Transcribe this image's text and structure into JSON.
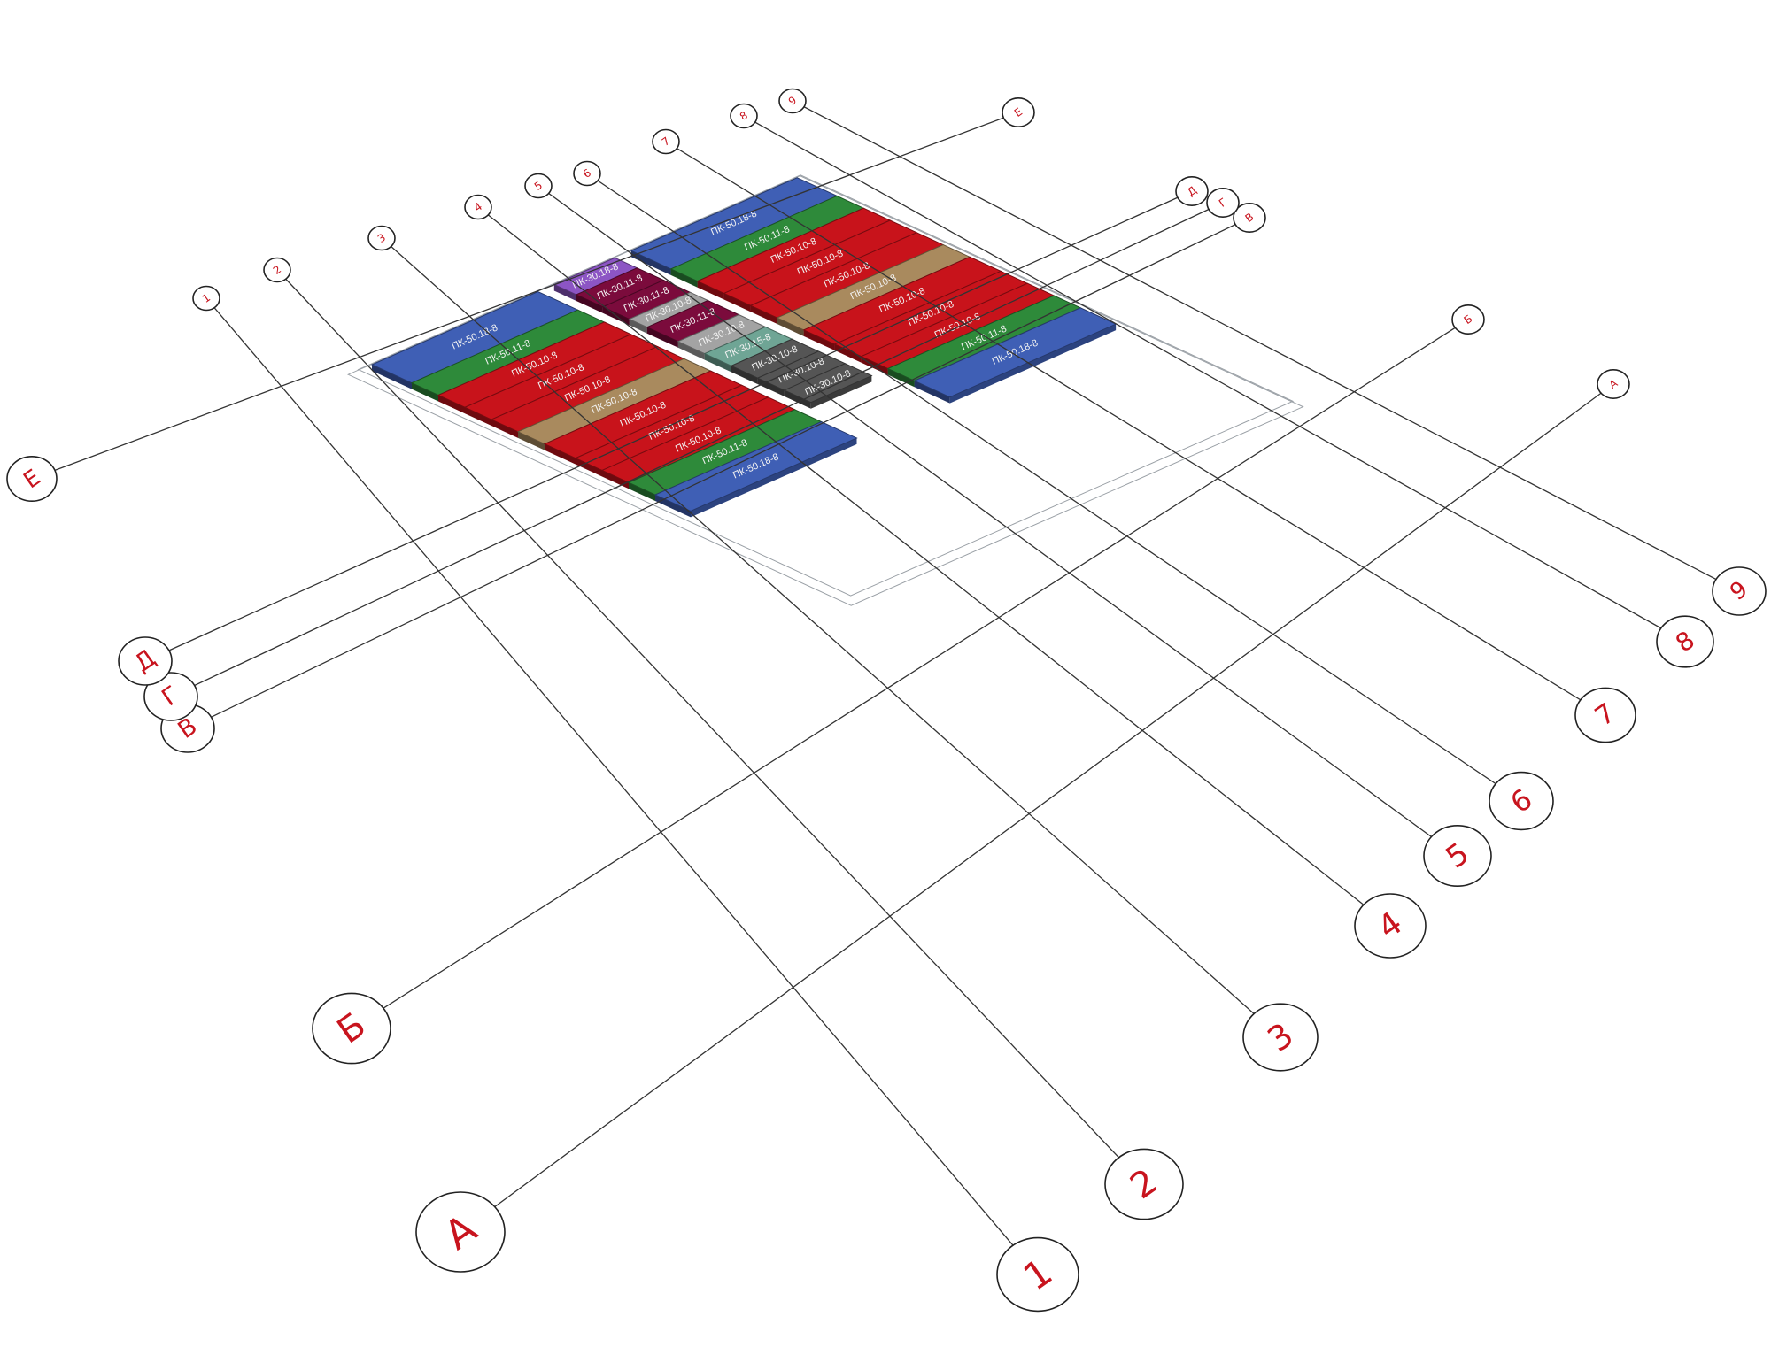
{
  "colors": {
    "blue": "#3f5fb5",
    "green": "#2e8a3a",
    "red": "#c8131b",
    "tan": "#a98a5e",
    "purple": "#8c55c4",
    "maroon": "#7b0b3c",
    "gray": "#a3a3a3",
    "teal": "#6fa595",
    "dark": "#555555",
    "bubble_text": "#c8141e"
  },
  "column_axes": [
    "1",
    "2",
    "3",
    "4",
    "5",
    "6",
    "7",
    "8",
    "9"
  ],
  "row_axes": [
    "А",
    "Б",
    "В",
    "Г",
    "Д",
    "Е"
  ],
  "panels": [
    {
      "label": "ПК-50.18-8",
      "color": "blue"
    },
    {
      "label": "ПК-50.11-8",
      "color": "green"
    },
    {
      "label": "ПК-50.10-8",
      "color": "red"
    },
    {
      "label": "ПК-50.10-8",
      "color": "red"
    },
    {
      "label": "ПК-50.10-8",
      "color": "red"
    },
    {
      "label": "ПК-50.10-8",
      "color": "tan"
    },
    {
      "label": "ПК-50.10-8",
      "color": "red"
    },
    {
      "label": "ПК-50.10-8",
      "color": "red"
    },
    {
      "label": "ПК-50.10-8",
      "color": "red"
    },
    {
      "label": "ПК-50.11-8",
      "color": "green"
    },
    {
      "label": "ПК-50.18-8",
      "color": "blue"
    },
    {
      "label": "ПК-30.18-8",
      "color": "purple"
    },
    {
      "label": "ПК-30.11-8",
      "color": "maroon"
    },
    {
      "label": "ПК-30.11-8",
      "color": "maroon"
    },
    {
      "label": "ПК-30.10-8",
      "color": "gray"
    },
    {
      "label": "ПК-30.11-8",
      "color": "maroon"
    },
    {
      "label": "ПК-30.10-8",
      "color": "gray"
    },
    {
      "label": "ПК-30.15-8",
      "color": "teal"
    },
    {
      "label": "ПК-30.10-8",
      "color": "dark"
    },
    {
      "label": "ПК-30.10-8",
      "color": "dark"
    },
    {
      "label": "ПК-30.10-8",
      "color": "dark"
    },
    {
      "label": "ПК-50.18-8",
      "color": "blue"
    },
    {
      "label": "ПК-50.11-8",
      "color": "green"
    },
    {
      "label": "ПК-50.10-8",
      "color": "red"
    },
    {
      "label": "ПК-50.10-8",
      "color": "red"
    },
    {
      "label": "ПК-50.10-8",
      "color": "red"
    },
    {
      "label": "ПК-50.10-8",
      "color": "tan"
    },
    {
      "label": "ПК-50.10-8",
      "color": "red"
    },
    {
      "label": "ПК-50.10-8",
      "color": "red"
    },
    {
      "label": "ПК-50.10-8",
      "color": "red"
    },
    {
      "label": "ПК-50.11-8",
      "color": "green"
    },
    {
      "label": "ПК-50.18-8",
      "color": "blue"
    }
  ]
}
